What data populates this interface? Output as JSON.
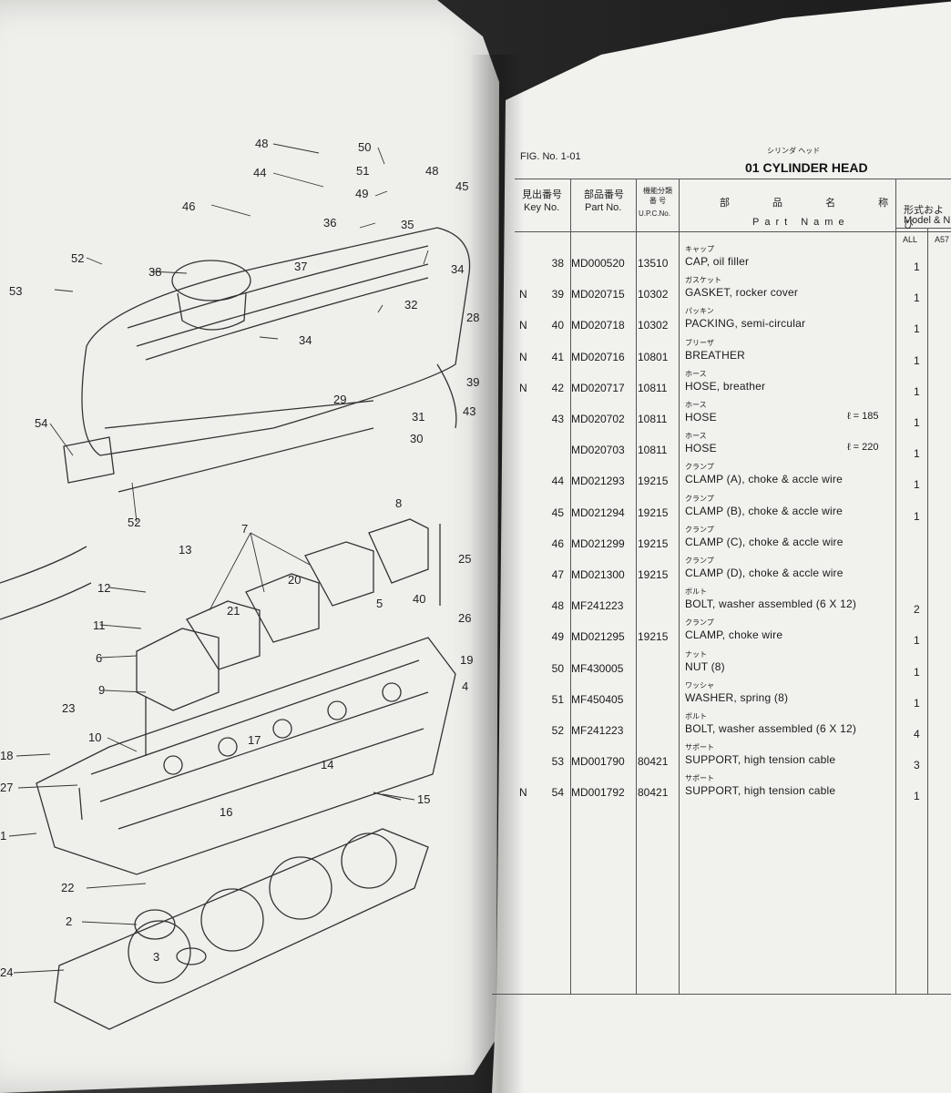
{
  "diagram": {
    "callouts": [
      "48",
      "50",
      "44",
      "51",
      "49",
      "48",
      "45",
      "46",
      "36",
      "35",
      "52",
      "37",
      "34",
      "38",
      "53",
      "32",
      "28",
      "34",
      "29",
      "39",
      "31",
      "43",
      "54",
      "30",
      "52",
      "8",
      "7",
      "13",
      "25",
      "12",
      "20",
      "21",
      "5",
      "40",
      "26",
      "11",
      "6",
      "19",
      "4",
      "9",
      "23",
      "10",
      "17",
      "18",
      "14",
      "27",
      "15",
      "16",
      "1",
      "22",
      "2",
      "3",
      "24"
    ]
  },
  "header": {
    "fig_label": "FIG. No. 1-01",
    "title_kana": "シリンダ ヘッド",
    "title": "01 CYLINDER HEAD",
    "col_key_jp": "見出番号",
    "col_key_en": "Key No.",
    "col_part_jp": "部品番号",
    "col_part_en": "Part No.",
    "col_upc_jp": "機能分類 番 号",
    "col_upc_en": "U.P.C.No.",
    "col_name_jp": "部 品 名 称",
    "col_name_en": "Part Name",
    "col_model_jp": "形式および",
    "col_model_en": "Model & N",
    "col_all": "ALL",
    "col_a57": "A57"
  },
  "rows": [
    {
      "n": "",
      "key": "38",
      "part": "MD000520",
      "upc": "13510",
      "kana": "キャップ",
      "name": "CAP, oil filler",
      "note": "",
      "qty": "1"
    },
    {
      "n": "N",
      "key": "39",
      "part": "MD020715",
      "upc": "10302",
      "kana": "ガスケット",
      "name": "GASKET, rocker cover",
      "note": "",
      "qty": "1"
    },
    {
      "n": "N",
      "key": "40",
      "part": "MD020718",
      "upc": "10302",
      "kana": "パッキン",
      "name": "PACKING, semi-circular",
      "note": "",
      "qty": "1"
    },
    {
      "n": "N",
      "key": "41",
      "part": "MD020716",
      "upc": "10801",
      "kana": "ブリーザ",
      "name": "BREATHER",
      "note": "",
      "qty": "1"
    },
    {
      "n": "N",
      "key": "42",
      "part": "MD020717",
      "upc": "10811",
      "kana": "ホース",
      "name": "HOSE, breather",
      "note": "",
      "qty": "1"
    },
    {
      "n": "",
      "key": "43",
      "part": "MD020702",
      "upc": "10811",
      "kana": "ホース",
      "name": "HOSE",
      "note": "ℓ = 185",
      "qty": "1"
    },
    {
      "n": "",
      "key": "",
      "part": "MD020703",
      "upc": "10811",
      "kana": "ホース",
      "name": "HOSE",
      "note": "ℓ = 220",
      "qty": "1"
    },
    {
      "n": "",
      "key": "44",
      "part": "MD021293",
      "upc": "19215",
      "kana": "クランプ",
      "name": "CLAMP (A), choke & accle wire",
      "note": "",
      "qty": "1"
    },
    {
      "n": "",
      "key": "45",
      "part": "MD021294",
      "upc": "19215",
      "kana": "クランプ",
      "name": "CLAMP (B), choke & accle wire",
      "note": "",
      "qty": "1"
    },
    {
      "n": "",
      "key": "46",
      "part": "MD021299",
      "upc": "19215",
      "kana": "クランプ",
      "name": "CLAMP (C), choke & accle wire",
      "note": "",
      "qty": ""
    },
    {
      "n": "",
      "key": "47",
      "part": "MD021300",
      "upc": "19215",
      "kana": "クランプ",
      "name": "CLAMP (D), choke & accle wire",
      "note": "",
      "qty": ""
    },
    {
      "n": "",
      "key": "48",
      "part": "MF241223",
      "upc": "",
      "kana": "ボルト",
      "name": "BOLT, washer assembled (6 X 12)",
      "note": "",
      "qty": "2"
    },
    {
      "n": "",
      "key": "49",
      "part": "MD021295",
      "upc": "19215",
      "kana": "クランプ",
      "name": "CLAMP, choke wire",
      "note": "",
      "qty": "1"
    },
    {
      "n": "",
      "key": "50",
      "part": "MF430005",
      "upc": "",
      "kana": "ナット",
      "name": "NUT (8)",
      "note": "",
      "qty": "1"
    },
    {
      "n": "",
      "key": "51",
      "part": "MF450405",
      "upc": "",
      "kana": "ワッシャ",
      "name": "WASHER, spring (8)",
      "note": "",
      "qty": "1"
    },
    {
      "n": "",
      "key": "52",
      "part": "MF241223",
      "upc": "",
      "kana": "ボルト",
      "name": "BOLT, washer assembled (6 X 12)",
      "note": "",
      "qty": "4"
    },
    {
      "n": "",
      "key": "53",
      "part": "MD001790",
      "upc": "80421",
      "kana": "サポート",
      "name": "SUPPORT, high tension cable",
      "note": "",
      "qty": "3"
    },
    {
      "n": "N",
      "key": "54",
      "part": "MD001792",
      "upc": "80421",
      "kana": "サポート",
      "name": "SUPPORT, high tension cable",
      "note": "",
      "qty": "1"
    }
  ]
}
